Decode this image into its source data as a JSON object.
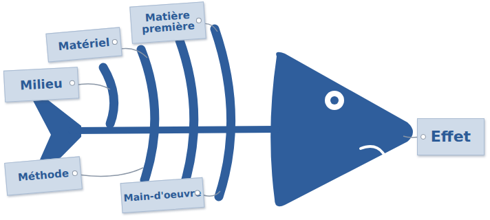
{
  "diagram": {
    "nodes": [
      {
        "text": [
          "Matière première"
        ]
      },
      {
        "text": [
          "Matériel"
        ]
      },
      {
        "text": [
          "Milieu"
        ]
      },
      {
        "text": [
          "Effet"
        ]
      },
      {
        "text": [
          "Méthode"
        ]
      },
      {
        "text": [
          "Main-d'oeuvre"
        ]
      }
    ]
  }
}
